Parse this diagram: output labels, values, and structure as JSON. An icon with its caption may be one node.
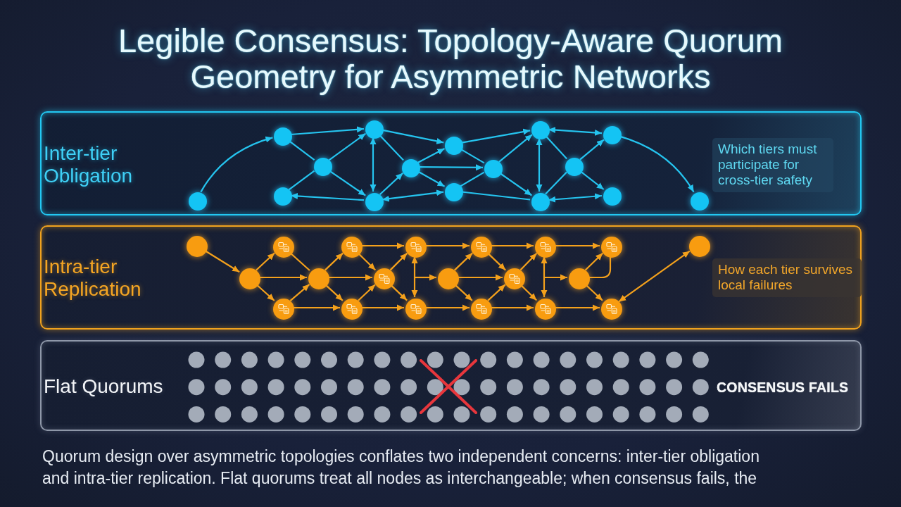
{
  "diagram": {
    "title": "Legible Consensus: Topology-Aware Quorum Geometry for Asymmetric Networks",
    "caption": "Quorum design over asymmetric topologies conflates two independent concerns: inter-tier obligation and intra-tier replication. Flat quorums treat all nodes as interchangeable; when consensus fails, the",
    "nodes": [
      {
        "text": [
          "Inter-tier Obligation"
        ]
      },
      {
        "text": [],
        "shape": "circle",
        "in": 0
      },
      {
        "text": [],
        "shape": "circle",
        "in": 0
      },
      {
        "text": [],
        "shape": "circle",
        "in": 0
      },
      {
        "text": [],
        "shape": "circle",
        "in": 0
      },
      {
        "text": [],
        "shape": "circle",
        "in": 0
      },
      {
        "text": [],
        "shape": "circle",
        "in": 0
      },
      {
        "text": [],
        "shape": "circle",
        "in": 0
      },
      {
        "text": [],
        "shape": "circle",
        "in": 0
      },
      {
        "text": [],
        "shape": "circle",
        "in": 0
      },
      {
        "text": [],
        "shape": "circle",
        "in": 0
      },
      {
        "text": [],
        "shape": "circle",
        "in": 0
      },
      {
        "text": [],
        "shape": "circle",
        "in": 0
      },
      {
        "text": [],
        "shape": "circle",
        "in": 0
      },
      {
        "text": [],
        "shape": "circle",
        "in": 0
      },
      {
        "text": [],
        "shape": "circle",
        "in": 0
      },
      {
        "text": [],
        "shape": "circle",
        "in": 0
      },
      {
        "text": [
          "Which tiers must participate for cross-tier safety"
        ],
        "in": 0
      },
      {
        "text": [
          "Intra-tier Replication"
        ]
      },
      {
        "text": [],
        "shape": "circle",
        "in": 18
      },
      {
        "text": [],
        "shape": "circle",
        "in": 18
      },
      {
        "text": [],
        "shape": "circle",
        "in": 18
      },
      {
        "text": [],
        "shape": "circle",
        "in": 18
      },
      {
        "text": [],
        "shape": "circle",
        "in": 18
      },
      {
        "text": [],
        "shape": "circle",
        "in": 18
      },
      {
        "text": [],
        "shape": "circle",
        "in": 18
      },
      {
        "text": [],
        "shape": "circle",
        "in": 18
      },
      {
        "text": [],
        "shape": "circle",
        "in": 18
      },
      {
        "text": [],
        "shape": "circle",
        "in": 18
      },
      {
        "text": [],
        "shape": "circle",
        "in": 18
      },
      {
        "text": [],
        "shape": "circle",
        "in": 18
      },
      {
        "text": [],
        "shape": "circle",
        "in": 18
      },
      {
        "text": [],
        "shape": "circle",
        "in": 18
      },
      {
        "text": [],
        "shape": "circle",
        "in": 18
      },
      {
        "text": [],
        "shape": "circle",
        "in": 18
      },
      {
        "text": [],
        "shape": "circle",
        "in": 18
      },
      {
        "text": [],
        "shape": "circle",
        "in": 18
      },
      {
        "text": [],
        "shape": "circle",
        "in": 18
      },
      {
        "text": [],
        "shape": "circle",
        "in": 18
      },
      {
        "text": [
          "How each tier survives local failures"
        ],
        "in": 18
      },
      {
        "text": [
          "Flat Quorums",
          "CONSENSUS FAILS"
        ]
      }
    ],
    "edges": [
      {
        "from": 1,
        "to": 2,
        "arrow": "to",
        "color": "#25c4ef"
      },
      {
        "from": 2,
        "to": 5,
        "arrow": "to",
        "color": "#25c4ef"
      },
      {
        "from": 2,
        "to": 3,
        "arrow": "none",
        "color": "#25c4ef"
      },
      {
        "from": 3,
        "to": 5,
        "arrow": "to",
        "color": "#25c4ef"
      },
      {
        "from": 3,
        "to": 4,
        "arrow": "none",
        "color": "#25c4ef"
      },
      {
        "from": 3,
        "to": 6,
        "arrow": "to",
        "color": "#25c4ef"
      },
      {
        "from": 6,
        "to": 4,
        "arrow": "to",
        "color": "#25c4ef"
      },
      {
        "from": 5,
        "to": 6,
        "arrow": "both",
        "color": "#25c4ef"
      },
      {
        "from": 5,
        "to": 8,
        "arrow": "to",
        "color": "#25c4ef"
      },
      {
        "from": 5,
        "to": 7,
        "arrow": "none",
        "color": "#25c4ef"
      },
      {
        "from": 6,
        "to": 7,
        "arrow": "to",
        "color": "#25c4ef"
      },
      {
        "from": 6,
        "to": 10,
        "arrow": "both",
        "color": "#25c4ef"
      },
      {
        "from": 7,
        "to": 8,
        "arrow": "to",
        "color": "#25c4ef"
      },
      {
        "from": 7,
        "to": 9,
        "arrow": "to",
        "color": "#25c4ef"
      },
      {
        "from": 7,
        "to": 10,
        "arrow": "to",
        "color": "#25c4ef"
      },
      {
        "from": 8,
        "to": 11,
        "arrow": "to",
        "color": "#25c4ef"
      },
      {
        "from": 8,
        "to": 9,
        "arrow": "none",
        "color": "#25c4ef"
      },
      {
        "from": 9,
        "to": 11,
        "arrow": "to",
        "color": "#25c4ef"
      },
      {
        "from": 9,
        "to": 13,
        "arrow": "to",
        "color": "#25c4ef"
      },
      {
        "from": 10,
        "to": 9,
        "arrow": "none",
        "color": "#25c4ef"
      },
      {
        "from": 10,
        "to": 13,
        "arrow": "none",
        "color": "#25c4ef"
      },
      {
        "from": 11,
        "to": 13,
        "arrow": "both",
        "color": "#25c4ef"
      },
      {
        "from": 11,
        "to": 14,
        "arrow": "both",
        "color": "#25c4ef"
      },
      {
        "from": 11,
        "to": 12,
        "arrow": "none",
        "color": "#25c4ef"
      },
      {
        "from": 12,
        "to": 14,
        "arrow": "to",
        "color": "#25c4ef"
      },
      {
        "from": 12,
        "to": 15,
        "arrow": "to",
        "color": "#25c4ef"
      },
      {
        "from": 13,
        "to": 12,
        "arrow": "none",
        "color": "#25c4ef"
      },
      {
        "from": 13,
        "to": 15,
        "arrow": "both",
        "color": "#25c4ef"
      },
      {
        "from": 14,
        "to": 16,
        "arrow": "to",
        "color": "#25c4ef"
      },
      {
        "from": 19,
        "to": 20,
        "arrow": "to"
      },
      {
        "from": 20,
        "to": 21,
        "arrow": "to"
      },
      {
        "from": 20,
        "to": 23,
        "arrow": "to"
      },
      {
        "from": 20,
        "to": 22,
        "arrow": "to"
      },
      {
        "from": 21,
        "to": 23,
        "arrow": "none"
      },
      {
        "from": 22,
        "to": 23,
        "arrow": "to"
      },
      {
        "from": 22,
        "to": 25,
        "arrow": "to"
      },
      {
        "from": 23,
        "to": 24,
        "arrow": "to"
      },
      {
        "from": 23,
        "to": 26,
        "arrow": "to"
      },
      {
        "from": 23,
        "to": 25,
        "arrow": "to"
      },
      {
        "from": 24,
        "to": 27,
        "arrow": "to"
      },
      {
        "from": 24,
        "to": 26,
        "arrow": "to"
      },
      {
        "from": 25,
        "to": 26,
        "arrow": "to"
      },
      {
        "from": 25,
        "to": 28,
        "arrow": "to"
      },
      {
        "from": 26,
        "to": 27,
        "arrow": "to"
      },
      {
        "from": 26,
        "to": 28,
        "arrow": "to"
      },
      {
        "from": 27,
        "to": 28,
        "arrow": "both"
      },
      {
        "from": null,
        "to": 29,
        "arrow": "to"
      },
      {
        "from": 27,
        "to": 30,
        "arrow": "to"
      },
      {
        "from": 28,
        "to": 31,
        "arrow": "to"
      },
      {
        "from": 29,
        "to": 30,
        "arrow": "to"
      },
      {
        "from": 29,
        "to": 32,
        "arrow": "to"
      },
      {
        "from": 29,
        "to": 31,
        "arrow": "to"
      },
      {
        "from": 30,
        "to": 33,
        "arrow": "to"
      },
      {
        "from": 30,
        "to": 32,
        "arrow": "to"
      },
      {
        "from": 31,
        "to": 32,
        "arrow": "to"
      },
      {
        "from": 31,
        "to": 34,
        "arrow": "to"
      },
      {
        "from": 32,
        "to": 33,
        "arrow": "to"
      },
      {
        "from": 32,
        "to": 34,
        "arrow": "to"
      },
      {
        "from": 33,
        "to": 34,
        "arrow": "both"
      },
      {
        "from": null,
        "to": 35,
        "arrow": "to"
      },
      {
        "from": 33,
        "to": 36,
        "arrow": "to"
      },
      {
        "from": 34,
        "to": 37,
        "arrow": "to"
      },
      {
        "from": 35,
        "to": 36,
        "arrow": "to"
      },
      {
        "from": 35,
        "to": 36,
        "arrow": "none"
      },
      {
        "from": 35,
        "to": 37,
        "arrow": "to"
      },
      {
        "from": 37,
        "to": 38,
        "arrow": "both"
      }
    ]
  }
}
